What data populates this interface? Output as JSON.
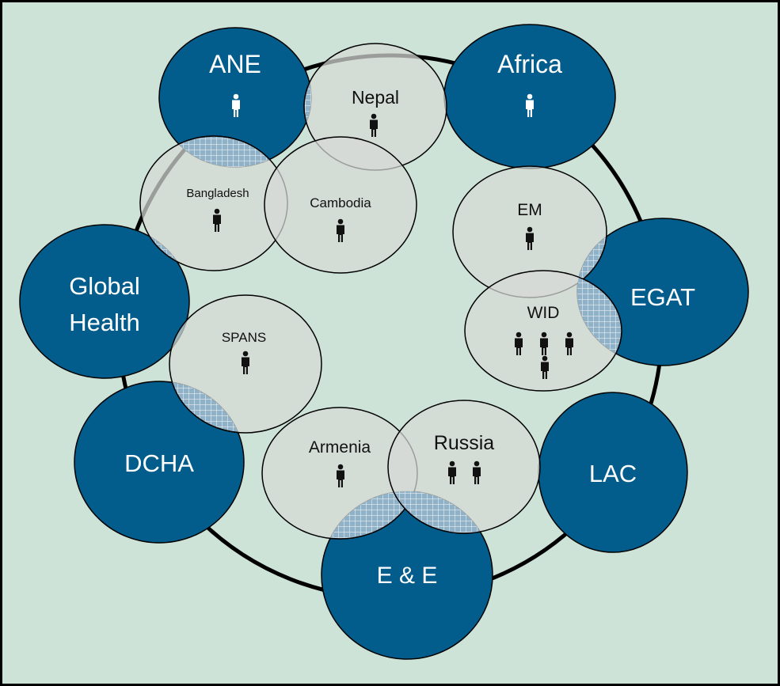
{
  "colors": {
    "background": "#cde3d8",
    "border": "#000000",
    "bureau_fill": "#035d8c",
    "unit_fill": "#d7d9d5",
    "overlap_hatch_fill": "#8fb2c8",
    "hatch_line": "#e6edf2",
    "ring": "#000000",
    "bureau_text": "#ffffff",
    "unit_text": "#111111",
    "person_white": "#ffffff",
    "person_black": "#111111"
  },
  "bureaus": [
    {
      "id": "ane",
      "label_lines": [
        "ANE"
      ],
      "people": 1
    },
    {
      "id": "africa",
      "label_lines": [
        "Africa"
      ],
      "people": 1
    },
    {
      "id": "egat",
      "label_lines": [
        "EGAT"
      ],
      "people": 0
    },
    {
      "id": "lac",
      "label_lines": [
        "LAC"
      ],
      "people": 0
    },
    {
      "id": "ee",
      "label_lines": [
        "E & E"
      ],
      "people": 0
    },
    {
      "id": "dcha",
      "label_lines": [
        "DCHA"
      ],
      "people": 0
    },
    {
      "id": "global-health",
      "label_lines": [
        "Global",
        "Health"
      ],
      "people": 0
    }
  ],
  "units": [
    {
      "id": "nepal",
      "label": "Nepal",
      "people": 1
    },
    {
      "id": "bangladesh",
      "label": "Bangladesh",
      "people": 1
    },
    {
      "id": "cambodia",
      "label": "Cambodia",
      "people": 1
    },
    {
      "id": "em",
      "label": "EM",
      "people": 1
    },
    {
      "id": "wid",
      "label": "WID",
      "people": 4
    },
    {
      "id": "spans",
      "label": "SPANS",
      "people": 1
    },
    {
      "id": "armenia",
      "label": "Armenia",
      "people": 1
    },
    {
      "id": "russia",
      "label": "Russia",
      "people": 2
    }
  ],
  "icons": {
    "person": "person-icon"
  }
}
